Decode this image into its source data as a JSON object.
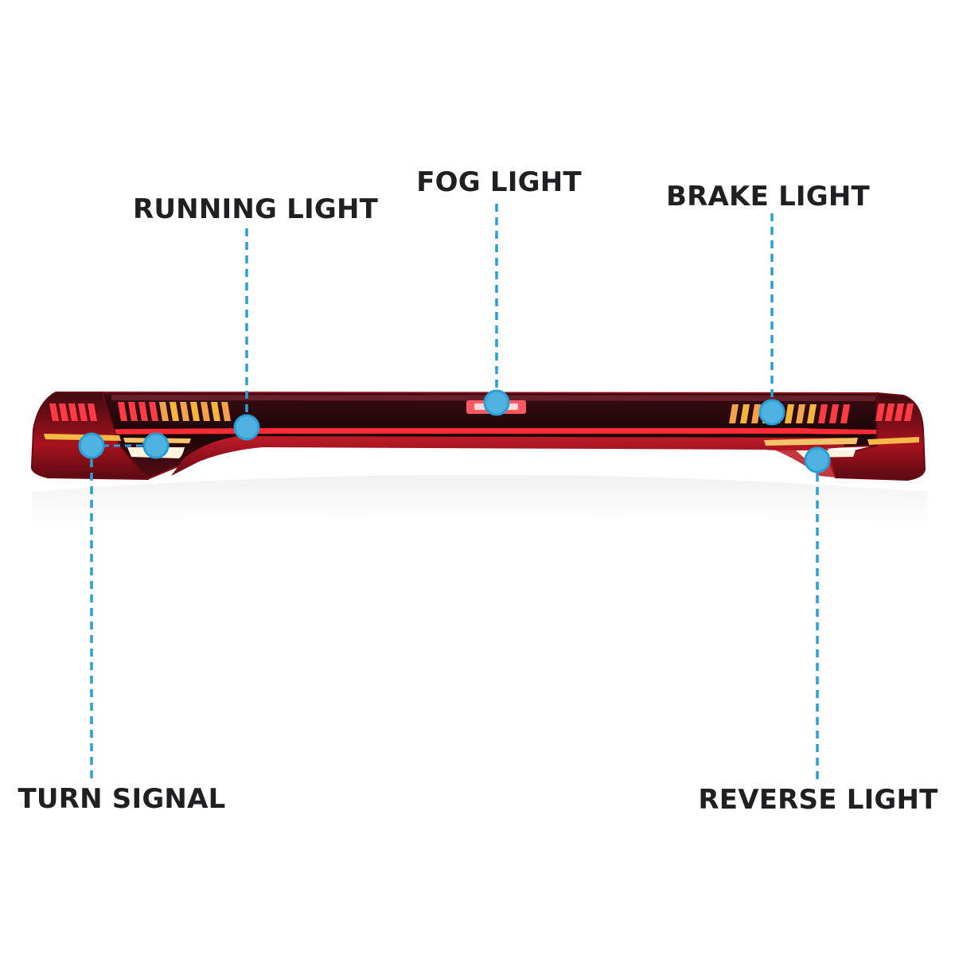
{
  "colors": {
    "accent": "#2a9fd6",
    "marker_fill": "#4fb2e0",
    "label_text": "#1f1f24",
    "lamp_red": "#b00f1c",
    "lamp_dark": "#2a0a0e",
    "amber": "#f5b53c",
    "white_led": "#fff5e6"
  },
  "callouts": {
    "running_light": {
      "label": "RUNNING LIGHT"
    },
    "fog_light": {
      "label": "FOG LIGHT"
    },
    "brake_light": {
      "label": "BRAKE LIGHT"
    },
    "turn_signal": {
      "label": "TURN SIGNAL"
    },
    "reverse_light": {
      "label": "REVERSE LIGHT"
    }
  },
  "product": {
    "subject": "LED tail light bar assembly"
  }
}
